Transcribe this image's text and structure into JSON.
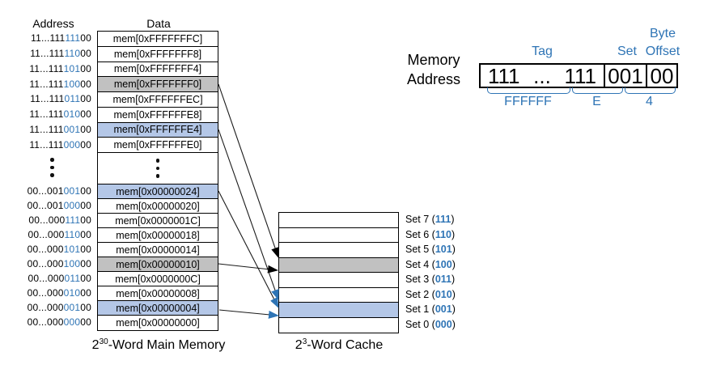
{
  "palette": {
    "blue_text": "#2e74b5",
    "blue_fill": "#b4c7e7",
    "gray_fill": "#c1c1c1"
  },
  "headers": {
    "address": "Address",
    "data": "Data"
  },
  "memory": {
    "caption_base": "2",
    "caption_exp": "30",
    "caption_rest": "-Word Main Memory",
    "top_rows": [
      {
        "prefix": "11...111",
        "set": "111",
        "offset": "00",
        "data": "mem[0xFFFFFFFC]"
      },
      {
        "prefix": "11...111",
        "set": "110",
        "offset": "00",
        "data": "mem[0xFFFFFFF8]"
      },
      {
        "prefix": "11...111",
        "set": "101",
        "offset": "00",
        "data": "mem[0xFFFFFFF4]"
      },
      {
        "prefix": "11...111",
        "set": "100",
        "offset": "00",
        "data": "mem[0xFFFFFFF0]"
      },
      {
        "prefix": "11...111",
        "set": "011",
        "offset": "00",
        "data": "mem[0xFFFFFFEC]"
      },
      {
        "prefix": "11...111",
        "set": "010",
        "offset": "00",
        "data": "mem[0xFFFFFFE8]"
      },
      {
        "prefix": "11...111",
        "set": "001",
        "offset": "00",
        "data": "mem[0xFFFFFFE4]"
      },
      {
        "prefix": "11...111",
        "set": "000",
        "offset": "00",
        "data": "mem[0xFFFFFFE0]"
      }
    ],
    "bottom_rows": [
      {
        "prefix": "00...001",
        "set": "001",
        "offset": "00",
        "data": "mem[0x00000024]"
      },
      {
        "prefix": "00...001",
        "set": "000",
        "offset": "00",
        "data": "mem[0x00000020]"
      },
      {
        "prefix": "00...000",
        "set": "111",
        "offset": "00",
        "data": "mem[0x0000001C]"
      },
      {
        "prefix": "00...000",
        "set": "110",
        "offset": "00",
        "data": "mem[0x00000018]"
      },
      {
        "prefix": "00...000",
        "set": "101",
        "offset": "00",
        "data": "mem[0x00000014]"
      },
      {
        "prefix": "00...000",
        "set": "100",
        "offset": "00",
        "data": "mem[0x00000010]"
      },
      {
        "prefix": "00...000",
        "set": "011",
        "offset": "00",
        "data": "mem[0x0000000C]"
      },
      {
        "prefix": "00...000",
        "set": "010",
        "offset": "00",
        "data": "mem[0x00000008]"
      },
      {
        "prefix": "00...000",
        "set": "001",
        "offset": "00",
        "data": "mem[0x00000004]"
      },
      {
        "prefix": "00...000",
        "set": "000",
        "offset": "00",
        "data": "mem[0x00000000]"
      }
    ]
  },
  "cache": {
    "caption_base": "2",
    "caption_exp": "3",
    "caption_rest": "-Word Cache",
    "sets": [
      {
        "prefix": "Set 7 (",
        "bits": "111",
        "suffix": ")"
      },
      {
        "prefix": "Set 6 (",
        "bits": "110",
        "suffix": ")"
      },
      {
        "prefix": "Set 5 (",
        "bits": "101",
        "suffix": ")"
      },
      {
        "prefix": "Set 4 (",
        "bits": "100",
        "suffix": ")"
      },
      {
        "prefix": "Set 3 (",
        "bits": "011",
        "suffix": ")"
      },
      {
        "prefix": "Set 2 (",
        "bits": "010",
        "suffix": ")"
      },
      {
        "prefix": "Set 1 (",
        "bits": "001",
        "suffix": ")"
      },
      {
        "prefix": "Set 0 (",
        "bits": "000",
        "suffix": ")"
      }
    ]
  },
  "address_breakdown": {
    "label_line1": "Memory",
    "label_line2": "Address",
    "tag_label": "Tag",
    "set_label": "Set",
    "offset_label_line1": "Byte",
    "offset_label_line2": "Offset",
    "tag_left": "111",
    "tag_dots": "...",
    "tag_right": "111",
    "set_value": "001",
    "offset_value": "00",
    "hex_tag": "FFFFFF",
    "hex_set": "E",
    "hex_offset": "4"
  },
  "mappings": [
    {
      "from": "mem[0xFFFFFFF0]",
      "to": "Set 4",
      "color": "black"
    },
    {
      "from": "mem[0x00000010]",
      "to": "Set 4",
      "color": "black"
    },
    {
      "from": "mem[0xFFFFFFE4]",
      "to": "Set 1",
      "color": "blue"
    },
    {
      "from": "mem[0x00000024]",
      "to": "Set 1",
      "color": "blue"
    },
    {
      "from": "mem[0x00000004]",
      "to": "Set 1",
      "color": "blue"
    }
  ]
}
